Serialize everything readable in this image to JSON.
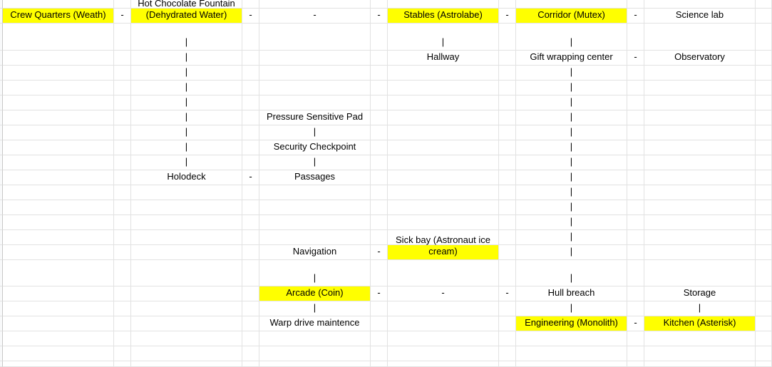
{
  "sheet": {
    "cells": [
      {
        "r": 1,
        "c": 0,
        "t": "Crew Quarters (Weath)",
        "hl": true
      },
      {
        "r": 1,
        "c": 1,
        "t": "-"
      },
      {
        "r": 1,
        "c": 2,
        "t": "Hot Chocolate Fountain (Dehydrated Water)",
        "hl": true,
        "wrap": true
      },
      {
        "r": 1,
        "c": 3,
        "t": "-"
      },
      {
        "r": 1,
        "c": 4,
        "t": "-"
      },
      {
        "r": 1,
        "c": 5,
        "t": "-"
      },
      {
        "r": 1,
        "c": 6,
        "t": "Stables (Astrolabe)",
        "hl": true
      },
      {
        "r": 1,
        "c": 7,
        "t": "-"
      },
      {
        "r": 1,
        "c": 8,
        "t": "Corridor (Mutex)",
        "hl": true
      },
      {
        "r": 1,
        "c": 9,
        "t": "-"
      },
      {
        "r": 1,
        "c": 10,
        "t": "Science lab"
      },
      {
        "r": 2,
        "c": 2,
        "t": "|"
      },
      {
        "r": 2,
        "c": 6,
        "t": "|"
      },
      {
        "r": 2,
        "c": 8,
        "t": "|"
      },
      {
        "r": 3,
        "c": 2,
        "t": "|"
      },
      {
        "r": 3,
        "c": 6,
        "t": "Hallway"
      },
      {
        "r": 3,
        "c": 8,
        "t": "Gift wrapping center"
      },
      {
        "r": 3,
        "c": 9,
        "t": "-"
      },
      {
        "r": 3,
        "c": 10,
        "t": "Observatory"
      },
      {
        "r": 4,
        "c": 2,
        "t": "|"
      },
      {
        "r": 4,
        "c": 8,
        "t": "|"
      },
      {
        "r": 5,
        "c": 2,
        "t": "|"
      },
      {
        "r": 5,
        "c": 8,
        "t": "|"
      },
      {
        "r": 6,
        "c": 2,
        "t": "|"
      },
      {
        "r": 6,
        "c": 8,
        "t": "|"
      },
      {
        "r": 7,
        "c": 2,
        "t": "|"
      },
      {
        "r": 7,
        "c": 4,
        "t": "Pressure Sensitive Pad"
      },
      {
        "r": 7,
        "c": 8,
        "t": "|"
      },
      {
        "r": 8,
        "c": 2,
        "t": "|"
      },
      {
        "r": 8,
        "c": 4,
        "t": "|"
      },
      {
        "r": 8,
        "c": 8,
        "t": "|"
      },
      {
        "r": 9,
        "c": 2,
        "t": "|"
      },
      {
        "r": 9,
        "c": 4,
        "t": "Security Checkpoint"
      },
      {
        "r": 9,
        "c": 8,
        "t": "|"
      },
      {
        "r": 10,
        "c": 2,
        "t": "|"
      },
      {
        "r": 10,
        "c": 4,
        "t": "|"
      },
      {
        "r": 10,
        "c": 8,
        "t": "|"
      },
      {
        "r": 11,
        "c": 2,
        "t": "Holodeck"
      },
      {
        "r": 11,
        "c": 3,
        "t": "-"
      },
      {
        "r": 11,
        "c": 4,
        "t": "Passages"
      },
      {
        "r": 11,
        "c": 8,
        "t": "|"
      },
      {
        "r": 12,
        "c": 8,
        "t": "|"
      },
      {
        "r": 13,
        "c": 8,
        "t": "|"
      },
      {
        "r": 14,
        "c": 8,
        "t": "|"
      },
      {
        "r": 15,
        "c": 8,
        "t": "|"
      },
      {
        "r": 16,
        "c": 4,
        "t": "Navigation"
      },
      {
        "r": 16,
        "c": 5,
        "t": "-"
      },
      {
        "r": 16,
        "c": 6,
        "t": "Sick bay (Astronaut ice cream)",
        "hl": true,
        "wrap": true
      },
      {
        "r": 16,
        "c": 8,
        "t": "|"
      },
      {
        "r": 17,
        "c": 4,
        "t": "|"
      },
      {
        "r": 17,
        "c": 8,
        "t": "|"
      },
      {
        "r": 18,
        "c": 4,
        "t": "Arcade (Coin)",
        "hl": true
      },
      {
        "r": 18,
        "c": 5,
        "t": "-"
      },
      {
        "r": 18,
        "c": 6,
        "t": "-"
      },
      {
        "r": 18,
        "c": 7,
        "t": "-"
      },
      {
        "r": 18,
        "c": 8,
        "t": "Hull breach"
      },
      {
        "r": 18,
        "c": 10,
        "t": "Storage"
      },
      {
        "r": 19,
        "c": 4,
        "t": "|"
      },
      {
        "r": 19,
        "c": 8,
        "t": "|"
      },
      {
        "r": 19,
        "c": 10,
        "t": "|"
      },
      {
        "r": 20,
        "c": 4,
        "t": "Warp drive maintence"
      },
      {
        "r": 20,
        "c": 8,
        "t": "Engineering (Monolith)",
        "hl": true
      },
      {
        "r": 20,
        "c": 9,
        "t": "-"
      },
      {
        "r": 20,
        "c": 10,
        "t": "Kitchen (Asterisk)",
        "hl": true
      }
    ]
  }
}
